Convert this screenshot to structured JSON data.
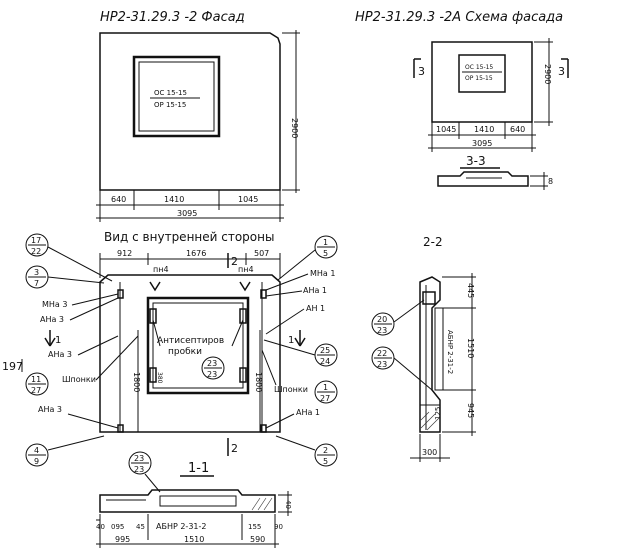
{
  "facade": {
    "title": "НР2-31.29.3 -2 Фасад",
    "window_labels": [
      "ОС 15-15",
      "ОР 15-15"
    ],
    "dim_height": "2900",
    "dims_bottom": [
      "640",
      "1410",
      "1045"
    ],
    "dim_total": "3095"
  },
  "scheme": {
    "title": "НР2-31.29.3 -2А Схема фасада",
    "window_labels": [
      "ОС 15-15",
      "ОР 15-15"
    ],
    "dim_height": "2900",
    "dims_bottom": [
      "1045",
      "1410",
      "640"
    ],
    "dim_total": "3095",
    "cut_left": "3",
    "cut_right": "3",
    "section_label": "3-3",
    "section_thick": "8"
  },
  "inner": {
    "title": "Вид с внутренней стороны",
    "dims_top": [
      "912",
      "1676",
      "507"
    ],
    "pn_left": "пн4",
    "pn_right": "пн4",
    "anchor_labels": {
      "mna3": "МНа 3",
      "ana3_top": "АНа 3",
      "ana3_mid": "АНа 3",
      "ana3_bot": "АНа 3",
      "mna1": "МНа 1",
      "ana1_top": "АНа 1",
      "an1": "АН 1",
      "ana1_bot": "АНа 1"
    },
    "shponki_left": "Шпонки",
    "shponki_right": "Шпонки",
    "antiseptic": "Антисептиров",
    "probki": "пробки",
    "probka_num": "380",
    "dim_left": "1800",
    "dim_right": "1800",
    "cut_mark_top": "2",
    "cut_mark_bottom": "2",
    "cut_left": "1",
    "cut_right": "1",
    "page_fragment": "197",
    "callouts": [
      {
        "num": "17",
        "den": "22"
      },
      {
        "num": "3",
        "den": "7"
      },
      {
        "num": "1",
        "den": "5"
      },
      {
        "num": "25",
        "den": "24"
      },
      {
        "num": "23",
        "den": "23"
      },
      {
        "num": "11",
        "den": "27"
      },
      {
        "num": "1",
        "den": "27"
      },
      {
        "num": "4",
        "den": "9"
      },
      {
        "num": "2",
        "den": "5"
      }
    ]
  },
  "section22": {
    "title": "2-2",
    "dims": [
      "445",
      "1510",
      "945"
    ],
    "dim_width": "300",
    "dim_small": "125",
    "label": "АБНР 2-31-2",
    "callouts": [
      {
        "num": "20",
        "den": "23"
      },
      {
        "num": "22",
        "den": "23"
      }
    ]
  },
  "section11": {
    "title": "1-1",
    "callout": {
      "num": "23",
      "den": "23"
    },
    "label": "АБНР 2-31-2",
    "small_dims": [
      "40",
      "095",
      "45",
      "155",
      "90",
      "40"
    ],
    "dims_bottom": [
      "995",
      "1510",
      "590"
    ]
  }
}
